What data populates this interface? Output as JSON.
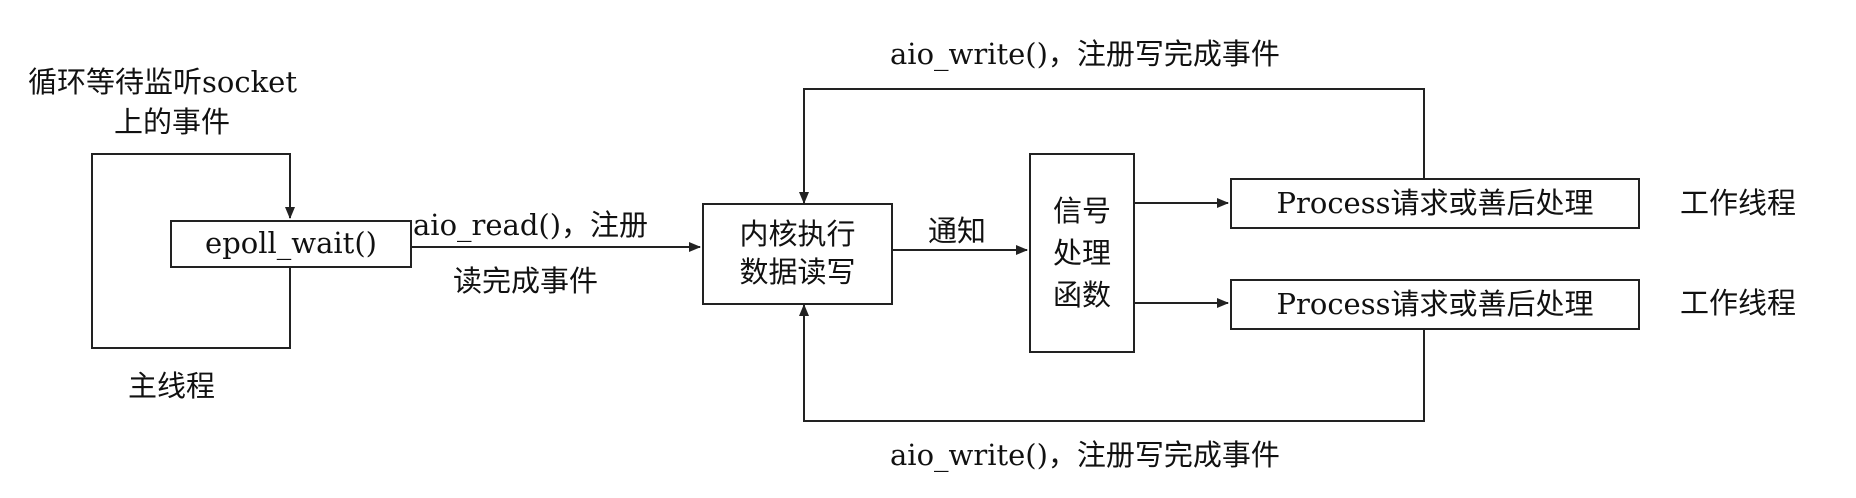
{
  "main_thread": {
    "loop_label_line1": "循环等待监听socket",
    "loop_label_line2": "上的事件",
    "epoll_box": "epoll_wait()",
    "name": "主线程"
  },
  "register_read": {
    "line1": "aio_read()，注册",
    "line2": "读完成事件"
  },
  "kernel_box": {
    "line1": "内核执行",
    "line2": "数据读写"
  },
  "notify_label": "通知",
  "signal_box": {
    "line1": "信号",
    "line2": "处理",
    "line3": "函数"
  },
  "workers": [
    {
      "box": "Process请求或善后处理",
      "name": "工作线程"
    },
    {
      "box": "Process请求或善后处理",
      "name": "工作线程"
    }
  ],
  "register_write_top": "aio_write()，注册写完成事件",
  "register_write_bottom": "aio_write()，注册写完成事件",
  "colors": {
    "line": "#222222",
    "text": "#111111",
    "background": "#ffffff"
  }
}
